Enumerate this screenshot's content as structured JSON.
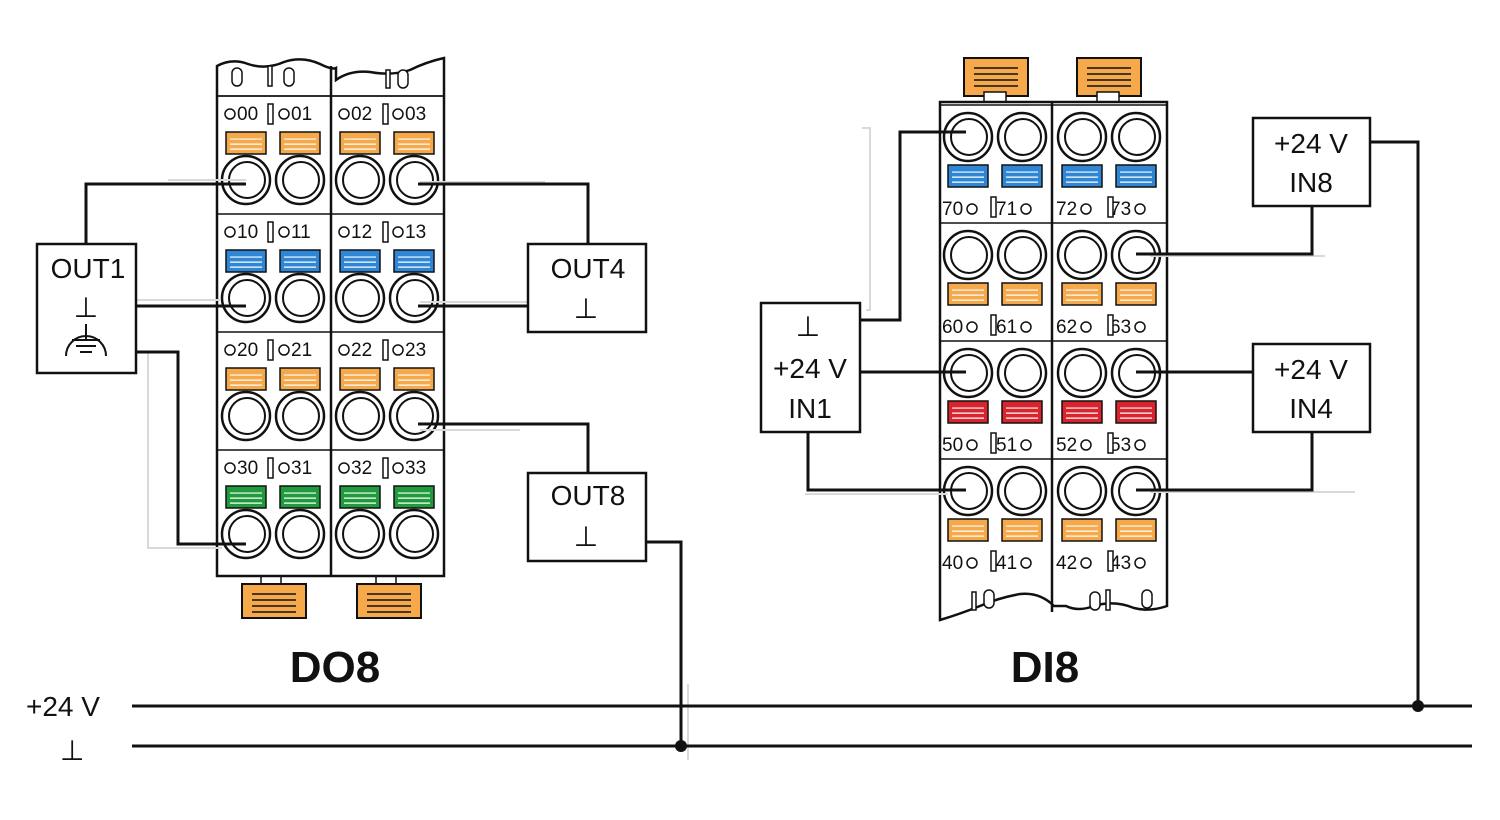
{
  "modules": {
    "do8": {
      "title": "DO8",
      "rows": [
        {
          "labels": [
            "00",
            "01",
            "02",
            "03"
          ],
          "color": "#f5a94a"
        },
        {
          "labels": [
            "10",
            "11",
            "12",
            "13"
          ],
          "color": "#2f86d4"
        },
        {
          "labels": [
            "20",
            "21",
            "22",
            "23"
          ],
          "color": "#f5a94a"
        },
        {
          "labels": [
            "30",
            "31",
            "32",
            "33"
          ],
          "color": "#1f9a3c"
        }
      ]
    },
    "di8": {
      "title": "DI8",
      "rows": [
        {
          "labels": [
            "70",
            "71",
            "72",
            "73"
          ],
          "color": "#2f86d4"
        },
        {
          "labels": [
            "60",
            "61",
            "62",
            "63"
          ],
          "color": "#f5a94a"
        },
        {
          "labels": [
            "50",
            "51",
            "52",
            "53"
          ],
          "color": "#d9232d"
        },
        {
          "labels": [
            "40",
            "41",
            "42",
            "43"
          ],
          "color": "#f5a94a"
        }
      ]
    }
  },
  "devices": {
    "out1": {
      "line1": "OUT1",
      "line2": "⊥"
    },
    "out4": {
      "line1": "OUT4",
      "line2": "⊥"
    },
    "out8": {
      "line1": "OUT8",
      "line2": "⊥"
    },
    "in1": {
      "line1": "⊥",
      "line2": "+24 V",
      "line3": "IN1"
    },
    "in8": {
      "line1": "+24 V",
      "line2": "IN8"
    },
    "in4": {
      "line1": "+24 V",
      "line2": "IN4"
    }
  },
  "bus": {
    "plus24_label": "+24 V",
    "ground_label": "⊥"
  },
  "colors": {
    "orange": "#f5a94a",
    "blue": "#2f86d4",
    "red": "#d9232d",
    "green": "#1f9a3c",
    "connector": "#f5a94a"
  }
}
